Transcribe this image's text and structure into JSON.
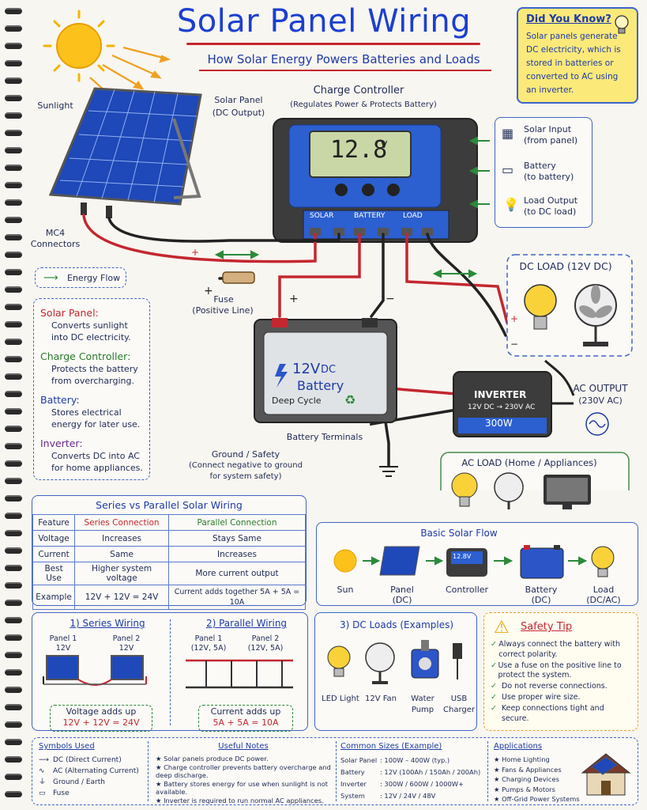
{
  "title": "Solar Panel Wiring",
  "subtitle": "How Solar Energy Powers Batteries and Loads",
  "did_you_know": {
    "heading": "Did You Know?",
    "text": "Solar panels generate DC electricity, which is stored in batteries or converted to AC using an inverter."
  },
  "labels": {
    "sunlight": "Sunlight",
    "solar_panel": "Solar Panel",
    "solar_panel_sub": "(DC Output)",
    "mc4": "MC4",
    "mc4_sub": "Connectors",
    "energy_flow": "Energy Flow",
    "charge_controller": "Charge Controller",
    "charge_controller_sub": "(Regulates Power & Protects Battery)",
    "display_voltage": "12.8",
    "display_unit": "V",
    "terminal_solar": "SOLAR",
    "terminal_battery": "BATTERY",
    "terminal_load": "LOAD",
    "fuse": "Fuse",
    "fuse_sub": "(Positive Line)",
    "battery_voltage": "12V",
    "battery_dc": "DC",
    "battery_word": "Battery",
    "battery_type": "Deep Cycle",
    "battery_terminals": "Battery Terminals",
    "ground": "Ground / Safety",
    "ground_sub": "(Connect negative to ground for system safety)",
    "dc_load": "DC LOAD (12V DC)",
    "inverter": "INVERTER",
    "inverter_conv": "12V DC → 230V AC",
    "inverter_watt": "300W",
    "ac_output": "AC OUTPUT",
    "ac_output_sub": "(230V AC)",
    "ac_load": "AC LOAD (Home / Appliances)",
    "plus": "+",
    "minus": "−"
  },
  "indicators": [
    {
      "label": "Solar Input",
      "sub": "(from panel)",
      "icon": "solar-panel-icon"
    },
    {
      "label": "Battery",
      "sub": "(to battery)",
      "icon": "battery-icon"
    },
    {
      "label": "Load Output",
      "sub": "(to DC load)",
      "icon": "bulb-icon"
    }
  ],
  "definitions": [
    {
      "term": "Solar Panel:",
      "desc": "Converts sunlight into DC electricity.",
      "color": "#c4272f"
    },
    {
      "term": "Charge Controller:",
      "desc": "Protects the battery from overcharging.",
      "color": "#2a7a2a"
    },
    {
      "term": "Battery:",
      "desc": "Stores electrical energy for later use.",
      "color": "#1e3aa8"
    },
    {
      "term": "Inverter:",
      "desc": "Converts DC into AC for home appliances.",
      "color": "#6a2a8a"
    }
  ],
  "comparison": {
    "title": "Series vs Parallel Solar Wiring",
    "headers": [
      "Feature",
      "Series Connection",
      "Parallel Connection"
    ],
    "rows": [
      [
        "Voltage",
        "Increases",
        "Stays Same"
      ],
      [
        "Current",
        "Same",
        "Increases"
      ],
      [
        "Best Use",
        "Higher system voltage",
        "More current output"
      ],
      [
        "Example",
        "12V + 12V = 24V",
        "Current adds together 5A + 5A = 10A"
      ]
    ]
  },
  "basic_flow": {
    "title": "Basic Solar Flow",
    "steps": [
      {
        "label": "Sun",
        "sub": ""
      },
      {
        "label": "Panel",
        "sub": "(DC)"
      },
      {
        "label": "Controller",
        "sub": ""
      },
      {
        "label": "Battery",
        "sub": "(DC)"
      },
      {
        "label": "Load",
        "sub": "(DC/AC)"
      }
    ],
    "mini_display": "12.8V"
  },
  "series": {
    "title": "1) Series Wiring",
    "panel1": "Panel 1",
    "panel1_v": "12V",
    "panel2": "Panel 2",
    "panel2_v": "12V",
    "note": "Voltage adds up",
    "formula": "12V + 12V = 24V"
  },
  "parallel": {
    "title": "2) Parallel Wiring",
    "panel1": "Panel 1",
    "panel1_v": "(12V, 5A)",
    "panel2": "Panel 2",
    "panel2_v": "(12V, 5A)",
    "note": "Current adds up",
    "formula": "5A + 5A = 10A"
  },
  "dc_loads": {
    "title": "3) DC Loads (Examples)",
    "items": [
      "LED Light",
      "12V Fan",
      "Water Pump",
      "USB Charger"
    ]
  },
  "safety": {
    "title": "Safety Tip",
    "items": [
      "Always connect the battery with correct polarity.",
      "Use a fuse on the positive line to protect the system.",
      "Do not reverse connections.",
      "Use proper wire size.",
      "Keep connections tight and secure."
    ]
  },
  "symbols": {
    "title": "Symbols Used",
    "items": [
      "DC (Direct Current)",
      "AC (Alternating Current)",
      "Ground / Earth",
      "Fuse"
    ]
  },
  "notes": {
    "title": "Useful Notes",
    "items": [
      "Solar panels produce DC power.",
      "Charge controller prevents battery overcharge and deep discharge.",
      "Battery stores energy for use when sunlight is not available.",
      "Inverter is required to run normal AC appliances."
    ]
  },
  "sizes": {
    "title": "Common Sizes (Example)",
    "rows": [
      [
        "Solar Panel",
        ": 100W – 400W (typ.)"
      ],
      [
        "Battery",
        ": 12V (100Ah / 150Ah / 200Ah)"
      ],
      [
        "Inverter",
        ": 300W / 600W / 1000W+"
      ],
      [
        "System",
        ": 12V / 24V / 48V"
      ]
    ]
  },
  "applications": {
    "title": "Applications",
    "items": [
      "Home Lighting",
      "Fans & Appliances",
      "Charging Devices",
      "Pumps & Motors",
      "Off-Grid Power Systems"
    ]
  },
  "colors": {
    "title_blue": "#1b3fd1",
    "wire_red": "#c4272f",
    "wire_black": "#222222",
    "flow_green": "#2a8a3a",
    "panel_blue": "#2c55c8",
    "note_yellow": "#fbe97a",
    "safety_red": "#c4272f"
  }
}
